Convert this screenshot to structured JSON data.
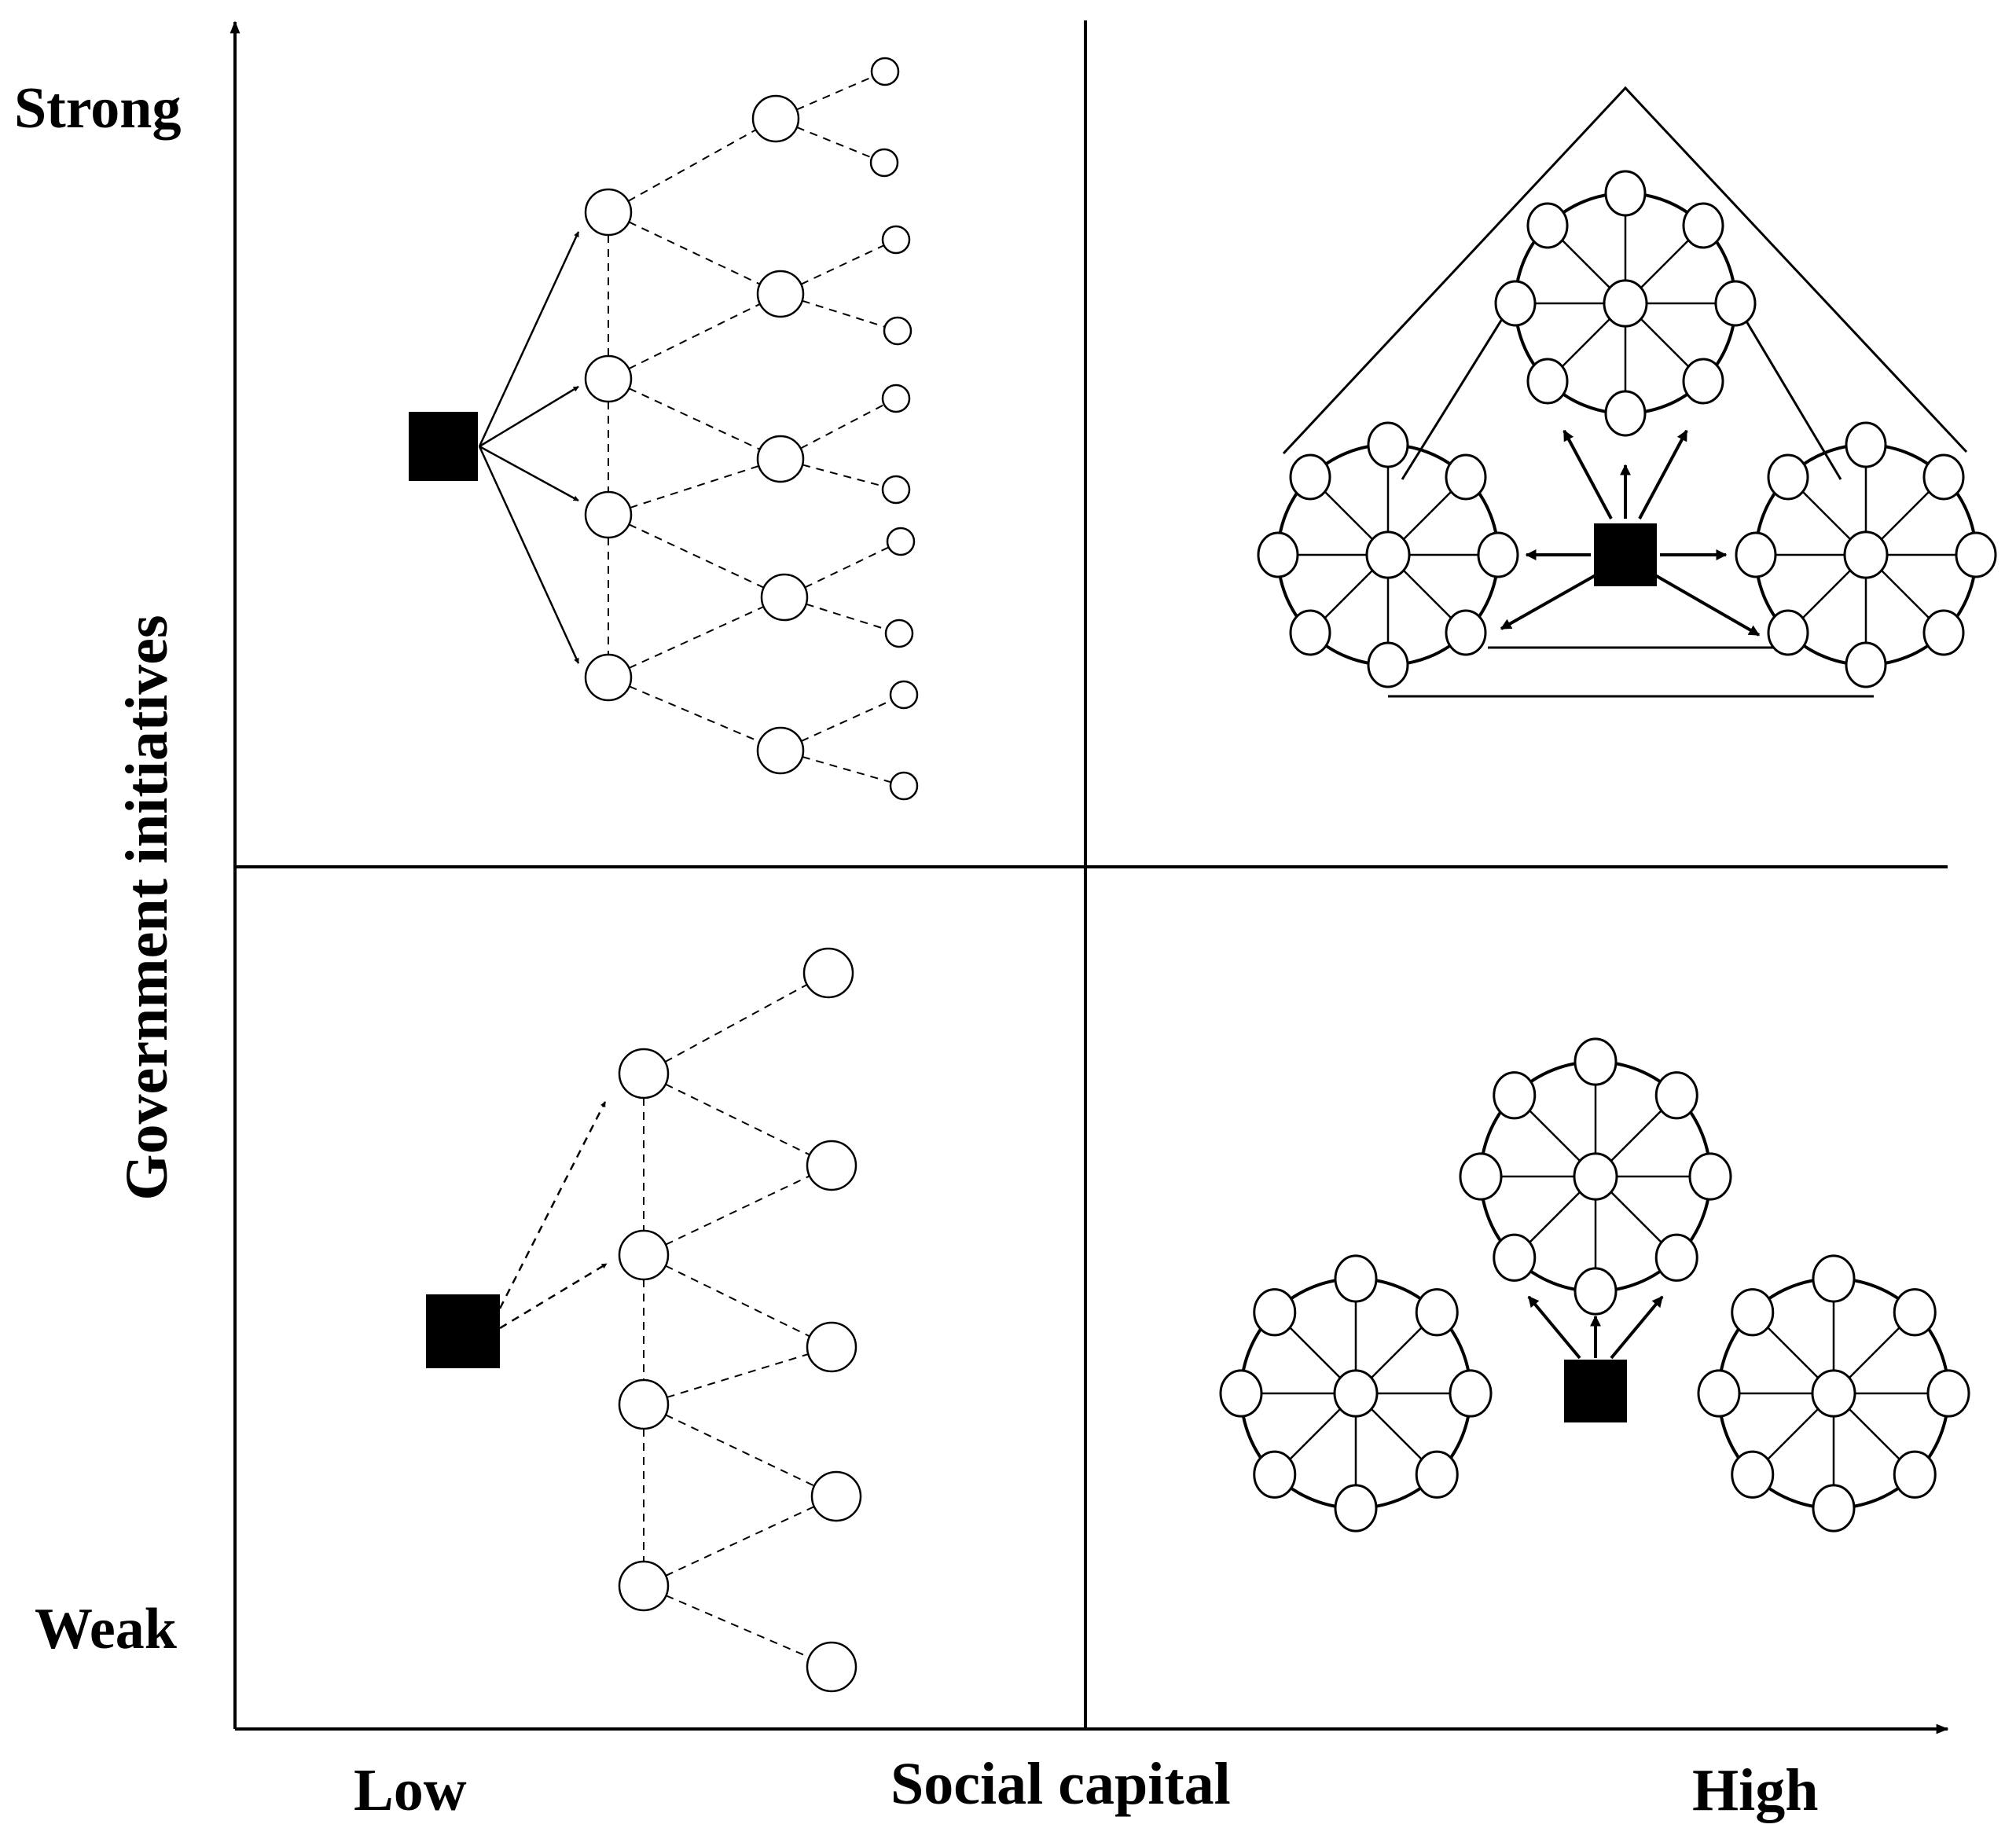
{
  "axes": {
    "x_title": "Social capital",
    "x_low": "Low",
    "x_high": "High",
    "y_title": "Government initiatives",
    "y_strong": "Strong",
    "y_weak": "Weak"
  },
  "colors": {
    "ink": "#000000",
    "background": "#ffffff"
  },
  "quadrants": [
    {
      "id": "strong-low",
      "government": "Strong",
      "social_capital": "Low",
      "actor": "government",
      "links": "directed-solid-to-tier1",
      "peer_links": "dashed"
    },
    {
      "id": "strong-high",
      "government": "Strong",
      "social_capital": "High",
      "actor": "government",
      "links": "directed-to-clusters",
      "clusters": 3,
      "clusters_connected": true
    },
    {
      "id": "weak-low",
      "government": "Weak",
      "social_capital": "Low",
      "actor": "government",
      "links": "directed-dashed-to-tier1",
      "peer_links": "dashed"
    },
    {
      "id": "weak-high",
      "government": "Weak",
      "social_capital": "High",
      "actor": "government",
      "links": "directed-to-one-cluster",
      "clusters": 3,
      "clusters_connected": false
    }
  ]
}
